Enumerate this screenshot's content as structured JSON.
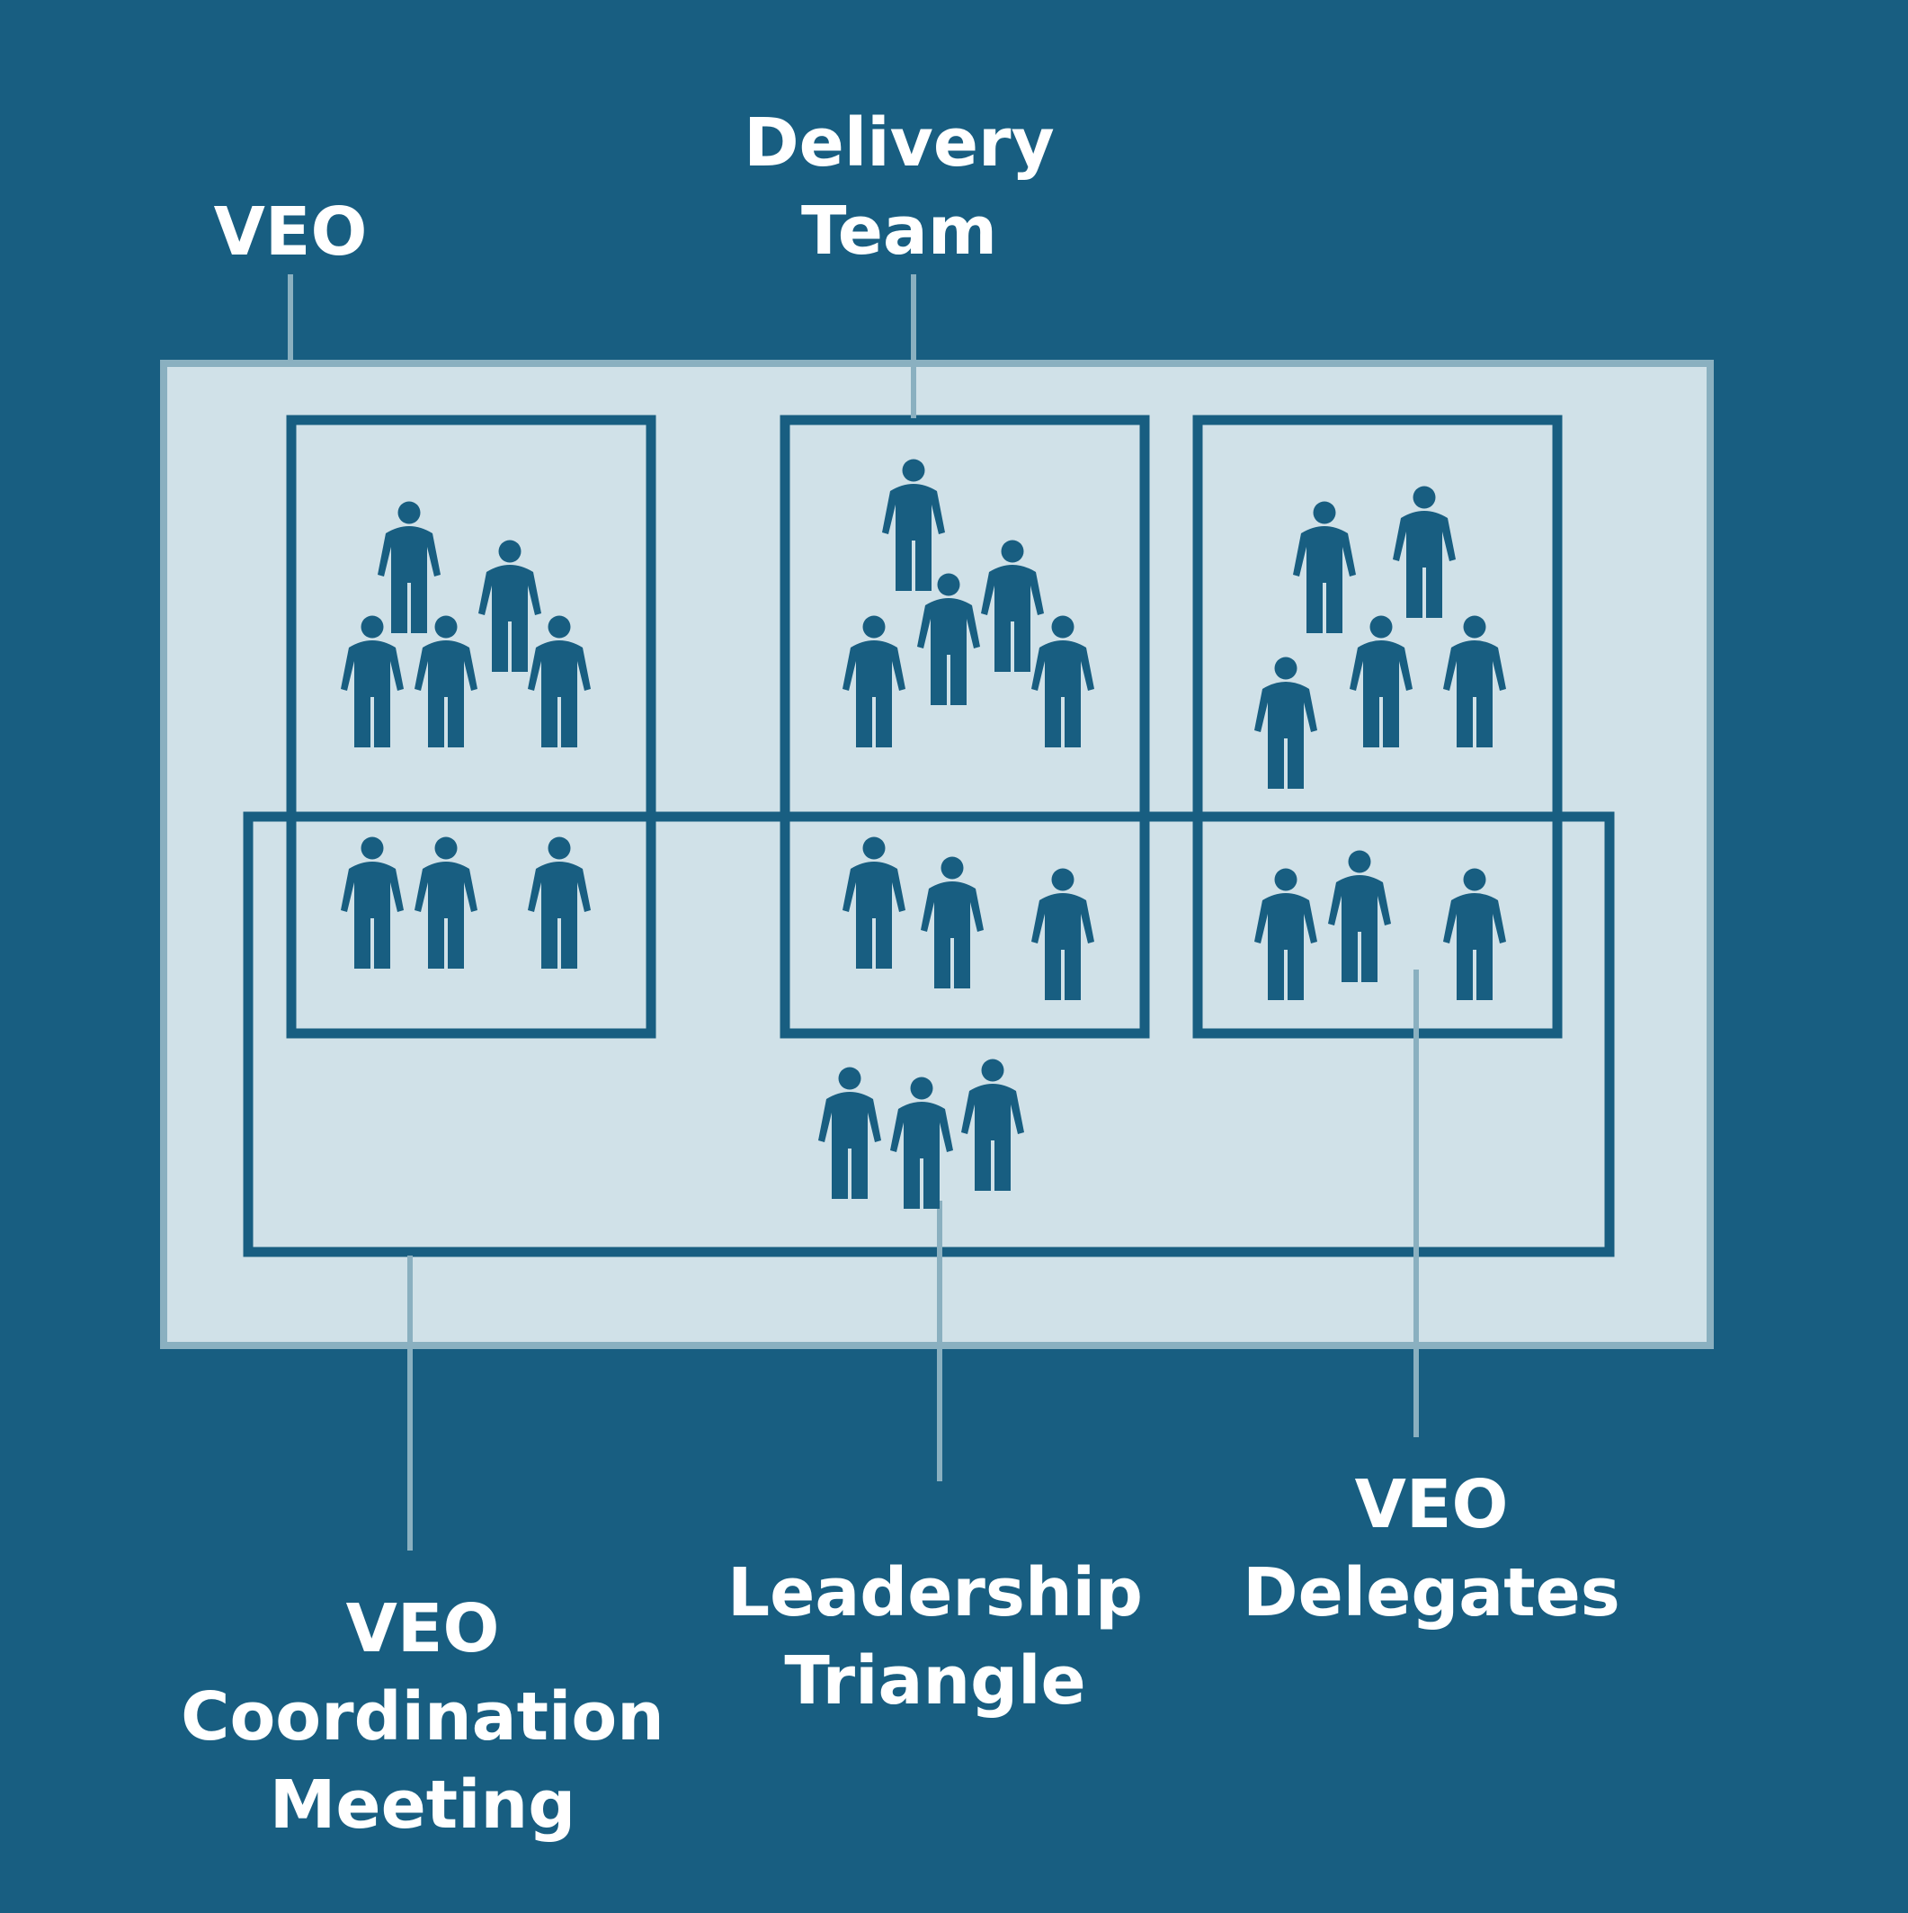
{
  "colors": {
    "background": "#185e81",
    "panel": "#d0e1e8",
    "panel_border": "#8ab0c0",
    "box_stroke": "#185e81",
    "person": "#185e81",
    "connector": "#8ab0c0",
    "label_text": "#ffffff"
  },
  "icons": {
    "person": "person-icon"
  },
  "labels": {
    "veo": [
      "VEO"
    ],
    "delivery_team": [
      "Delivery",
      "Team"
    ],
    "coordination_meeting": [
      "VEO",
      "Coordination",
      "Meeting"
    ],
    "leadership_triangle": [
      "Leadership",
      "Triangle"
    ],
    "veo_delegates": [
      "VEO",
      "Delegates"
    ]
  }
}
